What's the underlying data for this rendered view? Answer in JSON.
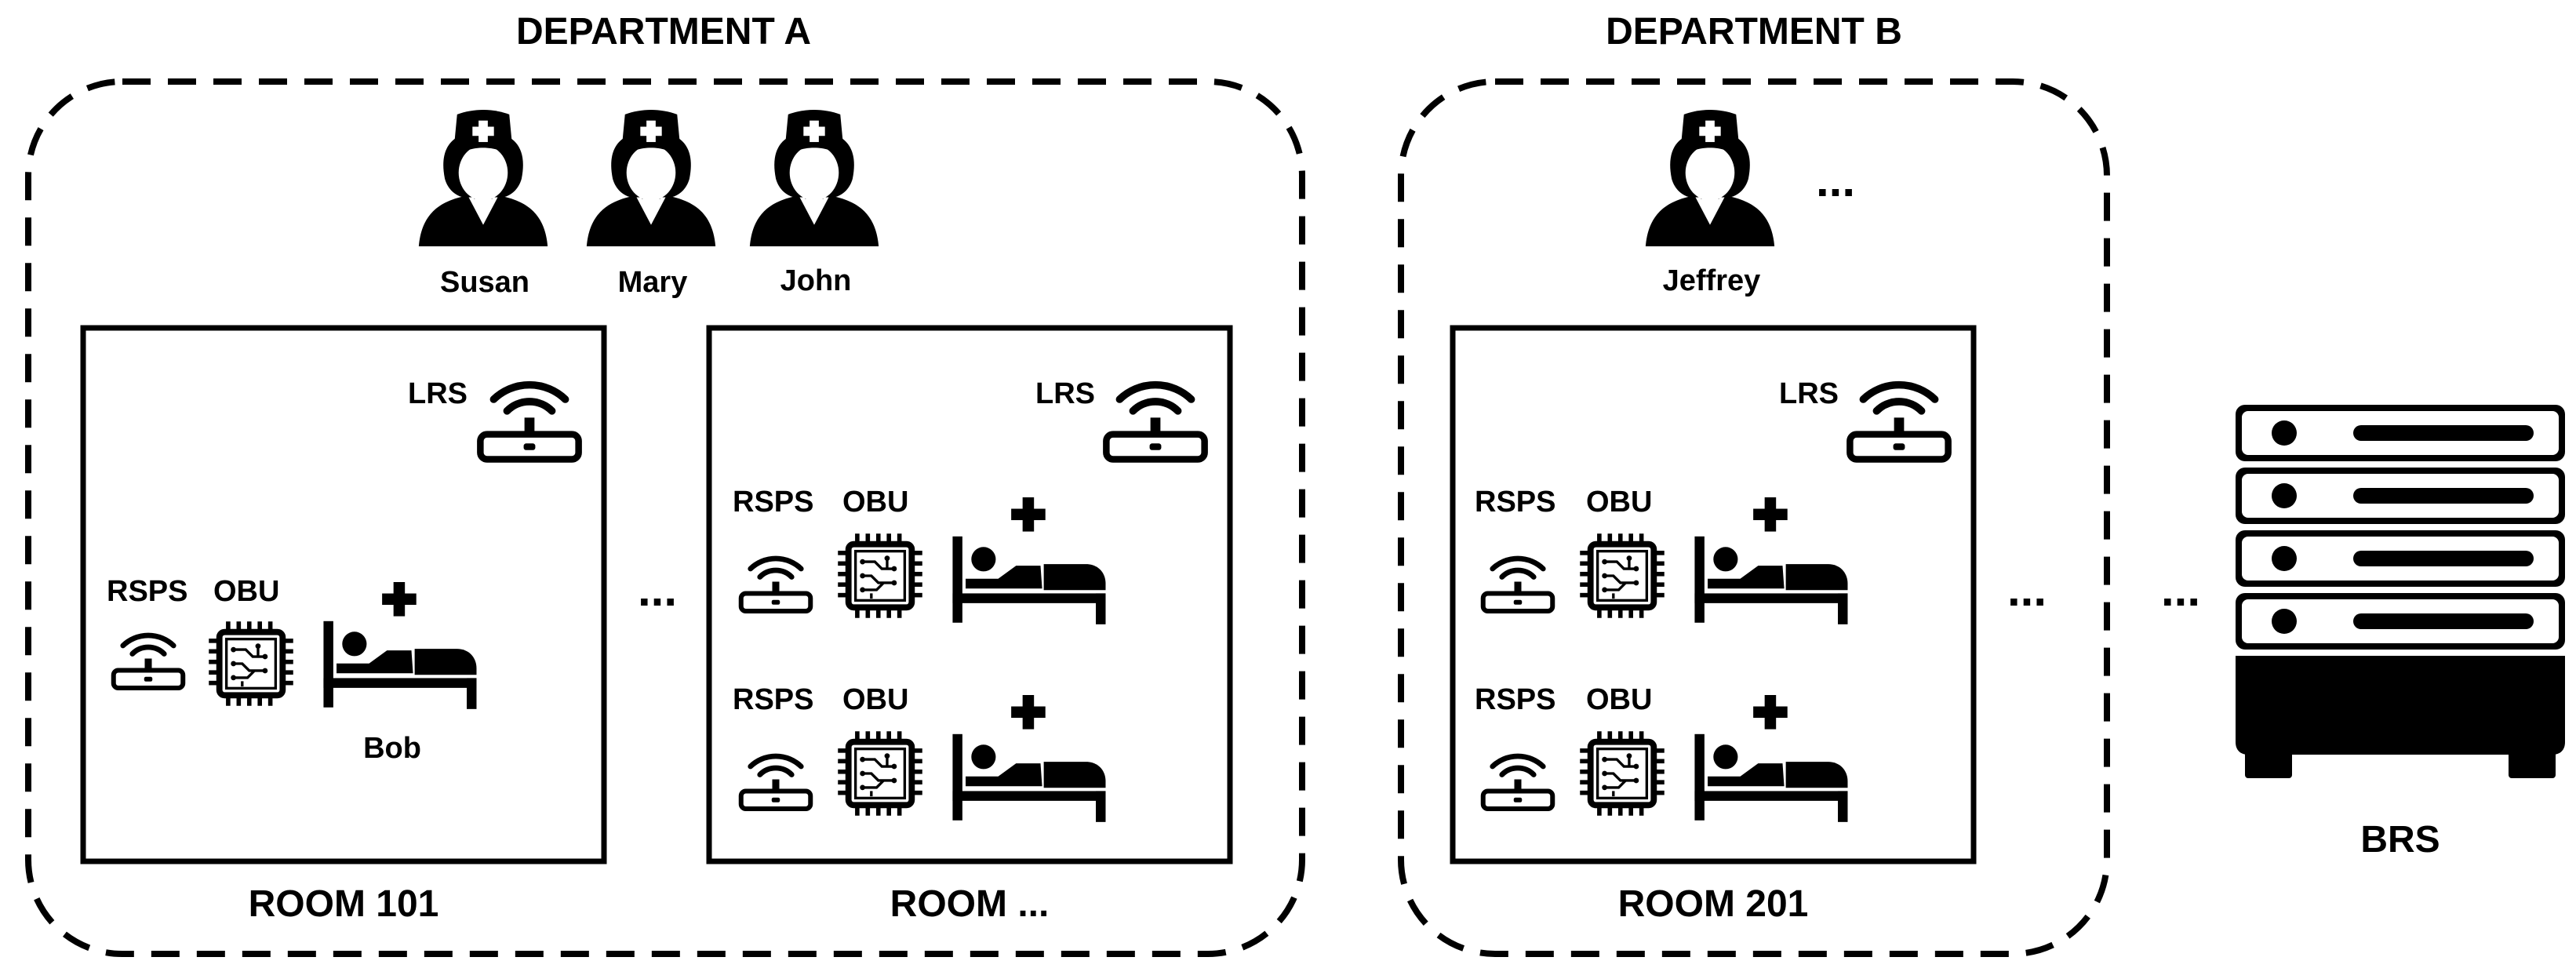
{
  "departments": [
    {
      "title": "DEPARTMENT A",
      "nurses": [
        "Susan",
        "Mary",
        "John"
      ]
    },
    {
      "title": "DEPARTMENT B",
      "nurses": [
        "Jeffrey"
      ],
      "more_nurses": "..."
    }
  ],
  "rooms": [
    {
      "label": "ROOM 101",
      "lrs": "LRS",
      "rsps": "RSPS",
      "obu": "OBU",
      "patient": "Bob"
    },
    {
      "label": "ROOM ...",
      "lrs": "LRS",
      "rsps": "RSPS",
      "obu": "OBU"
    },
    {
      "label": "ROOM 201",
      "lrs": "LRS",
      "rsps": "RSPS",
      "obu": "OBU"
    }
  ],
  "ellipsis": "...",
  "server": {
    "label": "BRS"
  }
}
